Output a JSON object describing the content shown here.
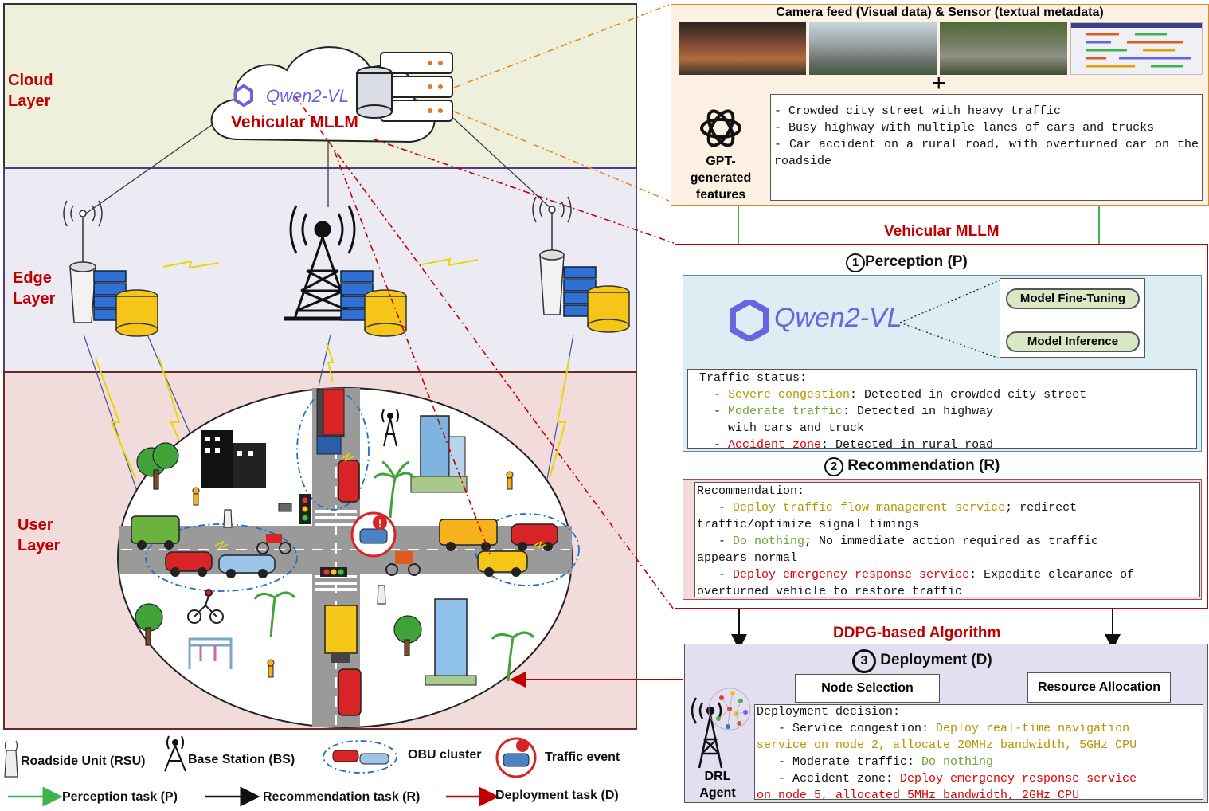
{
  "layers": {
    "cloud": "Cloud\nLayer",
    "edge": "Edge\nLayer",
    "user": "User\nLayer"
  },
  "cloud_model": {
    "name": "Qwen2-VL",
    "label": "Vehicular MLLM"
  },
  "camera_title": "Camera feed (Visual data) & Sensor (textual metadata)",
  "plus": "+",
  "gpt_label": "GPT-\ngenerated\nfeatures",
  "gpt_features": [
    "- Crowded city street with heavy traffic",
    "- Busy highway with multiple lanes of cars and trucks",
    "- Car accident on a rural road, with overturned car on the roadside"
  ],
  "mllm_title": "Vehicular MLLM",
  "perception": {
    "num": "1",
    "title": "Perception  (P)",
    "model": "Qwen2-VL",
    "fine_tuning": "Model Fine-Tuning",
    "inference": "Model Inference",
    "status_header": "Traffic status:",
    "items": [
      {
        "prefix": "  - ",
        "key": "Severe congestion",
        "rest": ": Detected in crowded city street"
      },
      {
        "prefix": "  - ",
        "key": "Moderate traffic",
        "rest": ": Detected in highway\n    with cars and truck"
      },
      {
        "prefix": "  - ",
        "key": "Accident zone",
        "rest": ": Detected in rural road"
      }
    ]
  },
  "recommendation": {
    "num": "2",
    "title": "Recommendation (R)",
    "header": "Recommendation:",
    "items": [
      {
        "prefix": "   - ",
        "key": "Deploy traffic flow management service",
        "rest": "; redirect\ntraffic/optimize signal timings"
      },
      {
        "prefix": "   - ",
        "key": "Do nothing",
        "rest": "; No immediate action required as traffic\nappears normal"
      },
      {
        "prefix": "   - ",
        "key": "Deploy emergency response service",
        "rest": ": Expedite clearance of\noverturned vehicle to restore traffic"
      }
    ]
  },
  "ddpg_title": "DDPG-based Algorithm",
  "deployment": {
    "num": "3",
    "title": "Deployment (D)",
    "node_selection": "Node Selection",
    "resource_allocation": "Resource Allocation",
    "agent_label": "DRL\nAgent",
    "header": "Deployment decision:",
    "items": [
      {
        "prefix": "   - Service congestion: ",
        "key": "Deploy real-time navigation\nservice on node 2, allocate 20MHz bandwidth, 5GHz CPU"
      },
      {
        "prefix": "   - Moderate traffic: ",
        "key": "Do nothing"
      },
      {
        "prefix": "   - Accident zone: ",
        "key": "Deploy emergency response service\non node 5, allocated 5MHz bandwidth, 2GHz CPU"
      }
    ]
  },
  "legend": {
    "rsu": "Roadside Unit (RSU)",
    "bs": "Base Station (BS)",
    "obu": "OBU cluster",
    "event": "Traffic event",
    "perception_task": "Perception task (P)",
    "recommendation_task": "Recommendation task (R)",
    "deployment_task": "Deployment task (D)"
  },
  "colors": {
    "cloud_bg": "#eef0dc",
    "edge_bg": "#ecebf3",
    "user_bg": "#f2dcdb",
    "camera_bg": "#fdf1e3",
    "perception_bg": "#dcedf3",
    "deployment_bg": "#e3def0",
    "green_arrow": "#3cb44b",
    "red_arrow": "#c00000",
    "title_red": "#c00000",
    "qwen_purple": "#6b63e0"
  }
}
